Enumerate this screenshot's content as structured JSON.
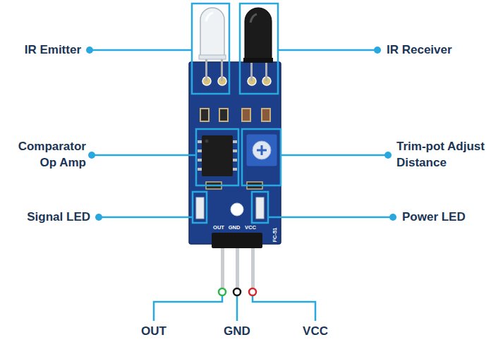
{
  "diagram": {
    "labels": [
      "IR Emitter",
      "IR Receiver",
      "Comparator Op Amp",
      "Trim-pot Adjust Distance",
      "Signal LED",
      "Power LED",
      "OUT",
      "GND",
      "VCC",
      "OUT",
      "GND",
      "VCC",
      "FC-51"
    ]
  }
}
